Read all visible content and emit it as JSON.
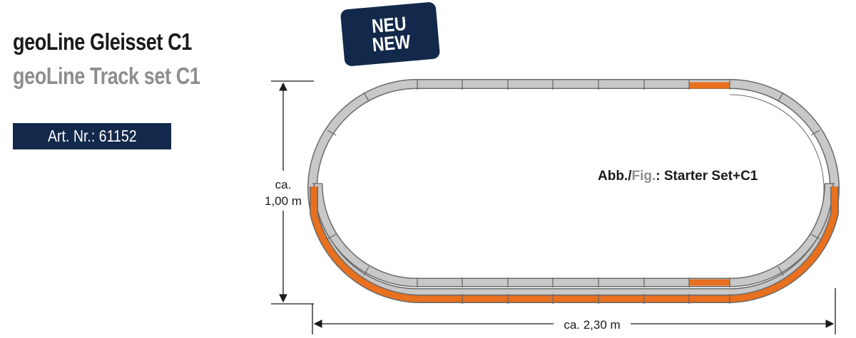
{
  "title": {
    "de": "geoLine Gleisset C1",
    "en": "geoLine Track set C1"
  },
  "article": {
    "label": "Art. Nr.: 61152"
  },
  "badge": {
    "line1": "NEU",
    "line2": "NEW"
  },
  "caption": {
    "abb": "Abb.",
    "sep": "/",
    "fig": "Fig.",
    "rest": ": Starter Set+C1"
  },
  "dimensions": {
    "height_ca": "ca.",
    "height_value": "1,00 m",
    "width": "ca. 2,30 m"
  },
  "colors": {
    "navy": "#13294b",
    "track_grey": "#c8c8c8",
    "track_orange": "#e8701e",
    "fig_grey": "#8e8e8e"
  }
}
